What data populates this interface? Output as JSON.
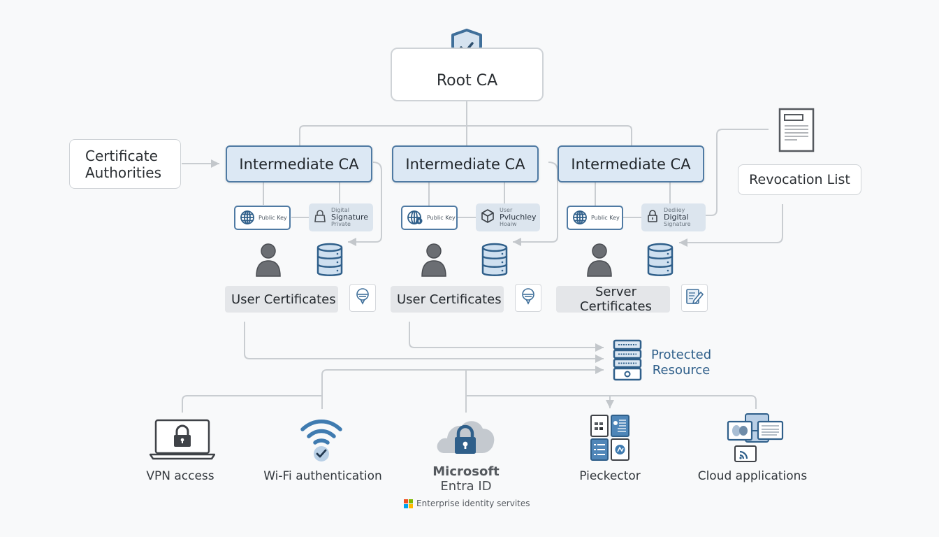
{
  "root": {
    "label": "Root CA",
    "icon": "shield-check-icon"
  },
  "side_label": {
    "text_line1": "Certificate",
    "text_line2": "Authorities"
  },
  "revocation": {
    "label": "Revocation List",
    "icon": "document-icon"
  },
  "intermediates": [
    {
      "label": "Intermediate CA",
      "public_key": {
        "label": "Public Key",
        "icon": "globe-icon"
      },
      "signature": {
        "line1": "Digital",
        "line2": "Signature",
        "line3": "Private",
        "icon": "lock-icon"
      },
      "certificates": {
        "label": "User Certificates",
        "action_icon": "pin-icon"
      }
    },
    {
      "label": "Intermediate CA",
      "public_key": {
        "label": "Public Key",
        "icon": "globe-badge-icon"
      },
      "signature": {
        "line1": "User",
        "line2": "Pvluchley",
        "line3": "Hoaiw",
        "icon": "cube-icon"
      },
      "certificates": {
        "label": "User Certificates",
        "action_icon": "pin-icon"
      }
    },
    {
      "label": "Intermediate CA",
      "public_key": {
        "label": "Public Key",
        "icon": "globe-icon"
      },
      "signature": {
        "line1": "Dediiey",
        "line2": "Digital",
        "line3": "Signature",
        "icon": "lock-icon"
      },
      "certificates": {
        "label": "Server Certificates",
        "action_icon": "edit-document-icon"
      }
    }
  ],
  "protected_resource": {
    "line1": "Protected",
    "line2": "Resource",
    "icon": "server-icon"
  },
  "services": [
    {
      "label": "VPN access",
      "icon": "laptop-lock-icon"
    },
    {
      "label": "Wi-Fi authentication",
      "icon": "wifi-check-icon"
    },
    {
      "label_line1": "Microsoft",
      "label_line2": "Entra ID",
      "sublabel": "Enterprise identity servites",
      "icon": "cloud-lock-icon"
    },
    {
      "label": "Pieckector",
      "icon": "app-grid-icon"
    },
    {
      "label": "Cloud applications",
      "icon": "cloud-apps-icon"
    }
  ],
  "colors": {
    "accent_blue": "#3f6f9a",
    "box_fill_blue": "#dce8f4",
    "connector_gray": "#c9cdd1",
    "icon_gray": "#6b6e73"
  }
}
